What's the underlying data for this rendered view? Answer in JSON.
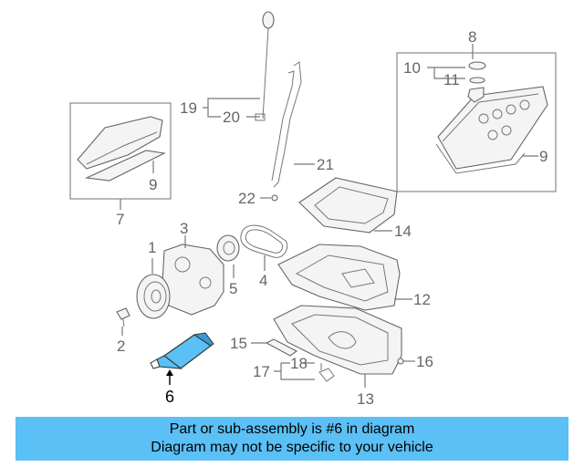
{
  "callouts": [
    "1",
    "2",
    "3",
    "4",
    "5",
    "6",
    "7",
    "8",
    "9",
    "9",
    "10",
    "11",
    "12",
    "13",
    "14",
    "15",
    "16",
    "17",
    "18",
    "19",
    "20",
    "21",
    "22"
  ],
  "highlight_color": "#5bc0f5",
  "banner": {
    "line1": "Part or sub-assembly is #6 in diagram",
    "line2": "Diagram may not be specific to your vehicle"
  }
}
